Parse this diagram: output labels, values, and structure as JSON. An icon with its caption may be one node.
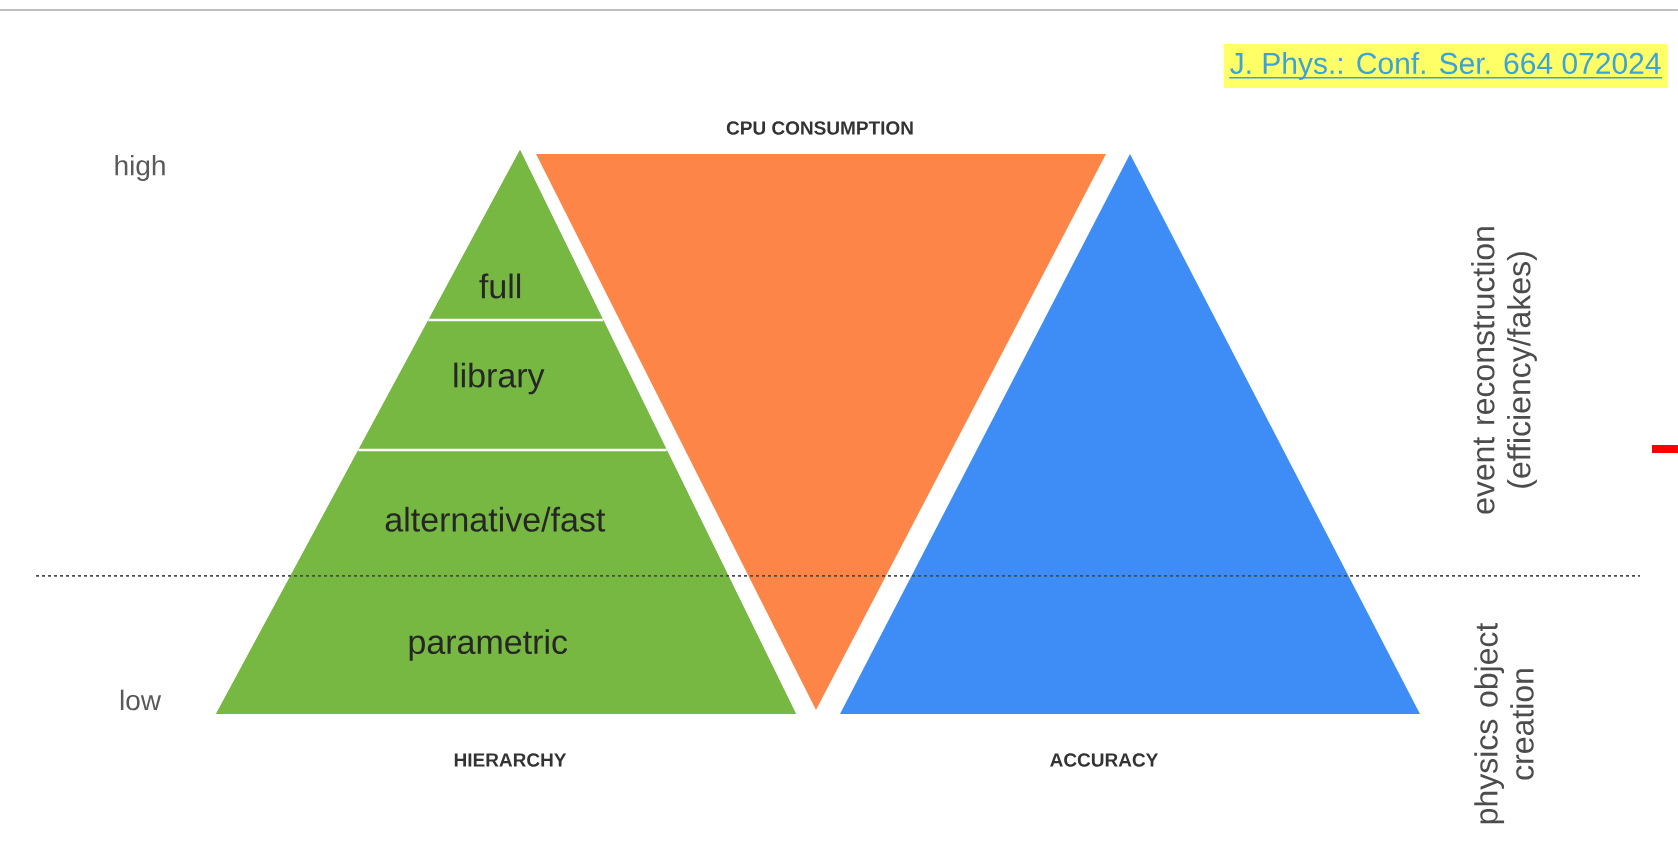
{
  "diagram": {
    "nodes": [
      {
        "text": [
          "HIERARCHY"
        ]
      },
      {
        "text": [
          "full"
        ],
        "in": 0
      },
      {
        "text": [
          "library"
        ],
        "in": 0
      },
      {
        "text": [
          "alternative/fast"
        ],
        "in": 0
      },
      {
        "text": [
          "parametric"
        ],
        "in": 0
      },
      {
        "text": [
          "CPU CONSUMPTION"
        ]
      },
      {
        "text": [
          "ACCURACY"
        ]
      }
    ],
    "labels": [
      "J. Phys.: Conf. Ser. 664 072024",
      "high",
      "low",
      "event reconstruction (efficiency/fakes)",
      "physics object creation"
    ]
  }
}
